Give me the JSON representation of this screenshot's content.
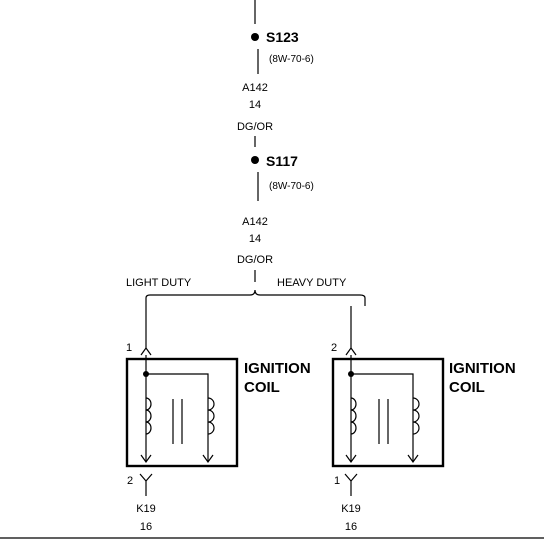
{
  "splices": [
    {
      "id": "S123",
      "ref": "(8W-70-6)"
    },
    {
      "id": "S117",
      "ref": "(8W-70-6)"
    }
  ],
  "wires": {
    "upper": {
      "circuit": "A142",
      "gauge": "14",
      "color": "DG/OR"
    },
    "lower": {
      "circuit": "A142",
      "gauge": "14",
      "color": "DG/OR"
    }
  },
  "branches": {
    "left": "LIGHT DUTY",
    "right": "HEAVY DUTY"
  },
  "coils": [
    {
      "label_line1": "IGNITION",
      "label_line2": "COIL",
      "top_pin": "1",
      "bottom_pin": "2",
      "out_circuit": "K19",
      "out_gauge": "16"
    },
    {
      "label_line1": "IGNITION",
      "label_line2": "COIL",
      "top_pin": "2",
      "bottom_pin": "1",
      "out_circuit": "K19",
      "out_gauge": "16"
    }
  ]
}
